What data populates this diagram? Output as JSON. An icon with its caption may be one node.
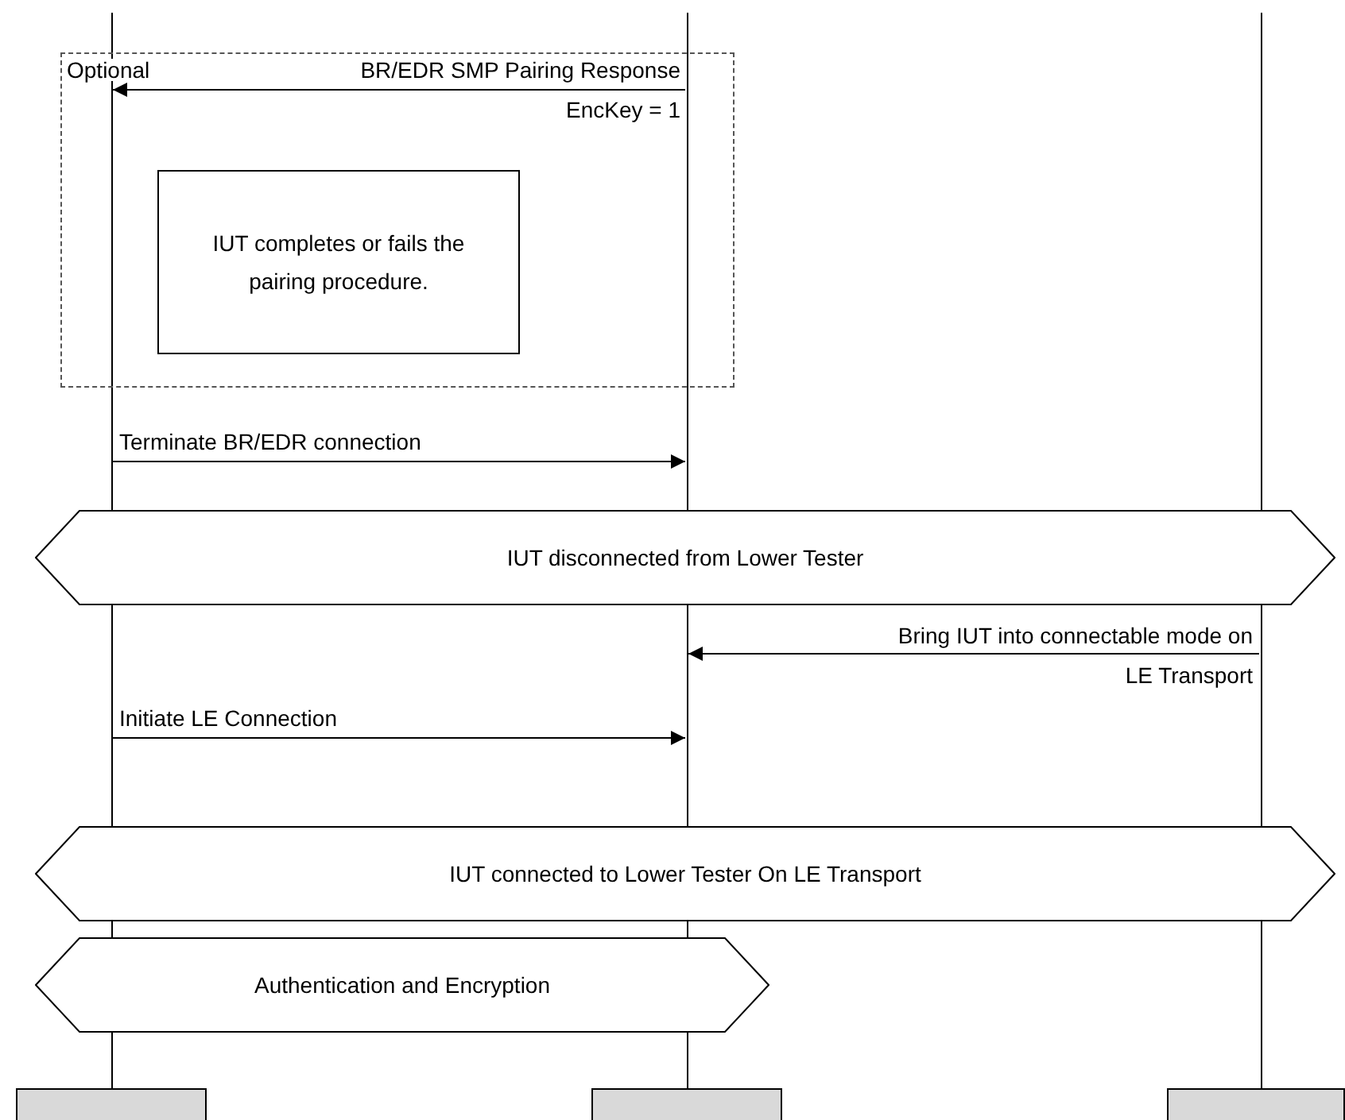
{
  "diagram": {
    "nodes": [
      {
        "text": [
          "Optional"
        ]
      },
      {
        "text": [
          "IUT completes or fails the pairing procedure."
        ],
        "in": 0
      },
      {
        "text": [
          "IUT disconnected from Lower Tester"
        ]
      },
      {
        "text": [
          "IUT connected to Lower Tester On LE Transport"
        ]
      },
      {
        "text": [
          "Authentication and Encryption"
        ]
      },
      {
        "text": [],
        "shape": "box"
      },
      {
        "text": [],
        "shape": "box"
      },
      {
        "text": [],
        "shape": "box"
      }
    ],
    "edges": [
      {
        "from": 6,
        "to": 5,
        "arrow": "to",
        "label": "BR/EDR SMP Pairing Response"
      },
      {
        "from": 5,
        "to": 6,
        "arrow": "to",
        "label": "Terminate BR/EDR connection"
      },
      {
        "from": 7,
        "to": 6,
        "arrow": "to",
        "label": "Bring IUT into connectable mode on LE Transport"
      },
      {
        "from": 5,
        "to": 6,
        "arrow": "to",
        "label": "Initiate LE Connection"
      }
    ],
    "labels": [
      "EncKey = 1"
    ]
  }
}
